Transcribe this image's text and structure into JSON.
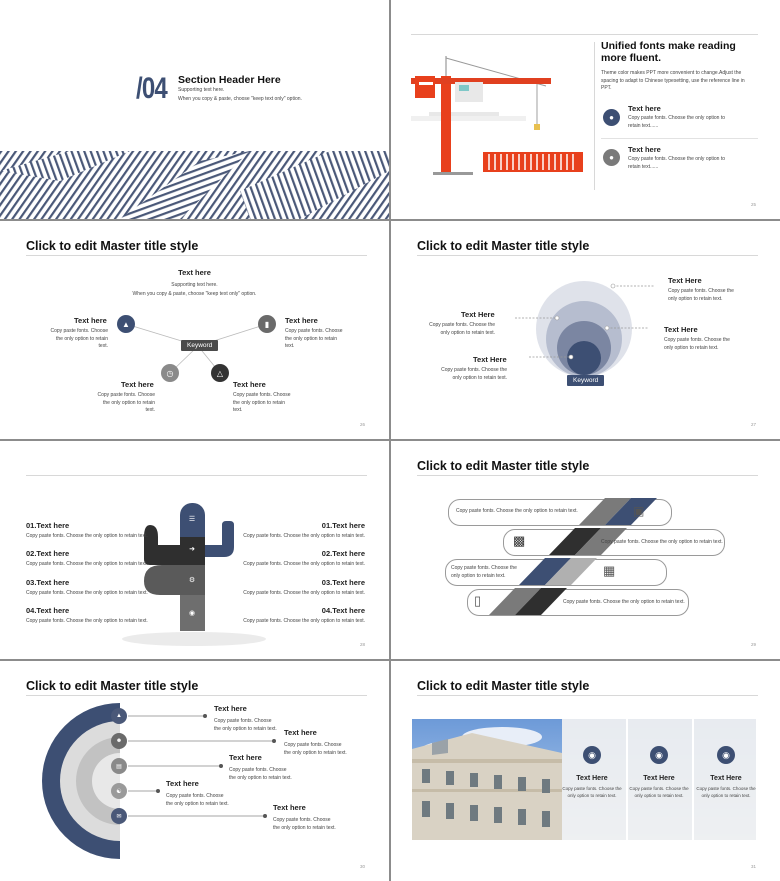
{
  "colors": {
    "navy": "#3d4f73",
    "gray": "#5a5a5a",
    "red": "#e8401c",
    "lightgray": "#c8c8c8"
  },
  "slide1": {
    "number": "/04",
    "header": "Section Header Here",
    "support1": "Supporting text here.",
    "support2": "When you copy & paste, choose \"keep text only\" option."
  },
  "slide2": {
    "title": "Unified fonts make reading more fluent.",
    "body": "Theme color makes PPT more convenient to change.Adjust the spacing to adapt to Chinese typesetting, use the reference line in PPT.",
    "items": [
      {
        "heading": "Text here",
        "text": "Copy paste fonts. Choose the only option to retain text......"
      },
      {
        "heading": "Text here",
        "text": "Copy paste fonts. Choose the only option to retain text......"
      }
    ],
    "page": "25"
  },
  "slide3": {
    "title": "Click to edit Master title style",
    "top_heading": "Text here",
    "top_text1": "Supporting text here.",
    "top_text2": "When you copy & paste, choose \"keep text only\" option.",
    "keyword": "Keyword",
    "items": [
      {
        "heading": "Text here",
        "text": "Copy paste fonts. Choose the only option to retain text."
      },
      {
        "heading": "Text here",
        "text": "Copy paste fonts. Choose the only option to retain text."
      },
      {
        "heading": "Text here",
        "text": "Copy paste fonts. Choose the only option to retain text."
      },
      {
        "heading": "Text here",
        "text": "Copy paste fonts. Choose the only option to retain text."
      }
    ],
    "page": "26"
  },
  "slide4": {
    "title": "Click to edit Master title style",
    "keyword": "Keyword",
    "items": [
      {
        "heading": "Text Here",
        "text": "Copy paste fonts. Choose the only option to retain text."
      },
      {
        "heading": "Text Here",
        "text": "Copy paste fonts. Choose the only option to retain text."
      },
      {
        "heading": "Text Here",
        "text": "Copy paste fonts. Choose the only option to retain text."
      },
      {
        "heading": "Text Here",
        "text": "Copy paste fonts. Choose the only option to retain text."
      }
    ],
    "page": "27"
  },
  "slide5": {
    "left": [
      {
        "heading": "01.Text here",
        "text": "Copy paste fonts. Choose the only option to retain text."
      },
      {
        "heading": "02.Text here",
        "text": "Copy paste fonts. Choose the only option to retain text."
      },
      {
        "heading": "03.Text here",
        "text": "Copy paste fonts. Choose the only option to retain text."
      },
      {
        "heading": "04.Text here",
        "text": "Copy paste fonts. Choose the only option to retain text."
      }
    ],
    "right": [
      {
        "heading": "01.Text here",
        "text": "Copy paste fonts. Choose the only option to retain text."
      },
      {
        "heading": "02.Text here",
        "text": "Copy paste fonts. Choose the only option to retain text."
      },
      {
        "heading": "03.Text here",
        "text": "Copy paste fonts. Choose the only option to retain text."
      },
      {
        "heading": "04.Text here",
        "text": "Copy paste fonts. Choose the only option to retain text."
      }
    ],
    "page": "28"
  },
  "slide6": {
    "title": "Click to edit Master title style",
    "rows": [
      "Copy paste fonts. Choose the only option to retain text.",
      "Copy paste fonts. Choose the only option to retain text.",
      "Copy paste fonts. Choose the only option to retain text.",
      "Copy paste fonts. Choose the only option to retain text."
    ],
    "page": "29"
  },
  "slide7": {
    "title": "Click to edit Master title style",
    "items": [
      {
        "heading": "Text here",
        "text": "Copy paste fonts. Choose the only option to retain text."
      },
      {
        "heading": "Text here",
        "text": "Copy paste fonts. Choose the only option to retain text."
      },
      {
        "heading": "Text here",
        "text": "Copy paste fonts. Choose the only option to retain text."
      },
      {
        "heading": "Text here",
        "text": "Copy paste fonts. Choose the only option to retain text."
      },
      {
        "heading": "Text here",
        "text": "Copy paste fonts. Choose the only option to retain text."
      }
    ],
    "page": "30"
  },
  "slide8": {
    "title": "Click to edit Master title style",
    "cards": [
      {
        "heading": "Text Here",
        "text": "Copy paste fonts. Choose the only option to retain text."
      },
      {
        "heading": "Text Here",
        "text": "Copy paste fonts. Choose the only option to retain text."
      },
      {
        "heading": "Text Here",
        "text": "Copy paste fonts. Choose the only option to retain text."
      }
    ],
    "page": "31"
  }
}
